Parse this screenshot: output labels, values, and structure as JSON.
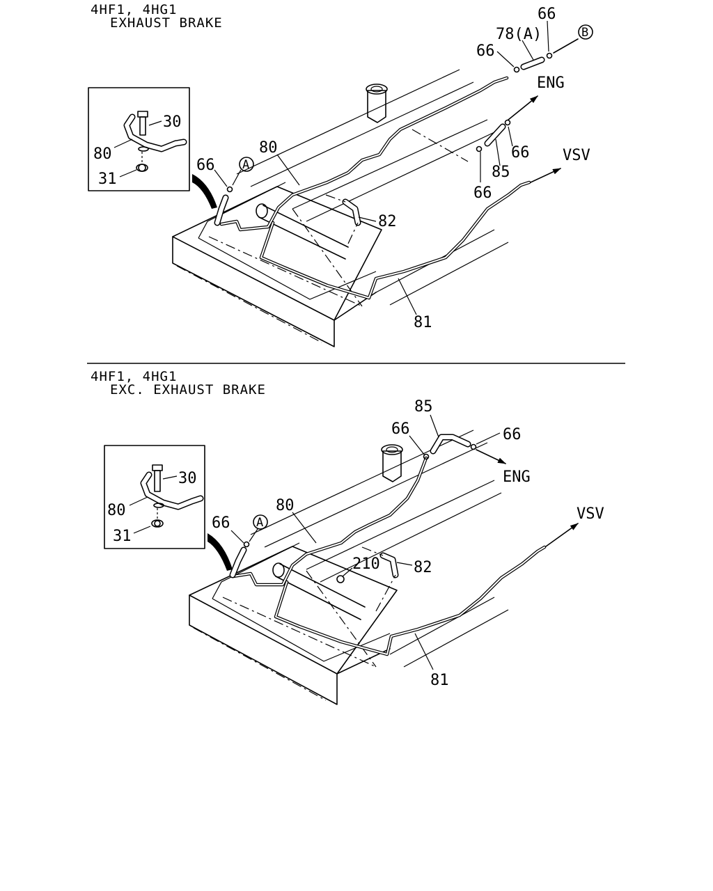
{
  "sections": [
    {
      "model": "4HF1, 4HG1",
      "variant": "EXHAUST BRAKE",
      "labels": {
        "p66a": "66",
        "p78": "78(A)",
        "p66b": "66",
        "refB": "B",
        "eng": "ENG",
        "p66c": "66",
        "p85": "85",
        "p66d": "66",
        "vsv": "VSV",
        "p80": "80",
        "p66e": "66",
        "refA": "A",
        "p82": "82",
        "p81": "81"
      },
      "detail": {
        "p30": "30",
        "p80": "80",
        "p31": "31"
      }
    },
    {
      "model": "4HF1, 4HG1",
      "variant": "EXC. EXHAUST BRAKE",
      "labels": {
        "p85": "85",
        "p66a": "66",
        "p66b": "66",
        "eng": "ENG",
        "vsv": "VSV",
        "p80": "80",
        "p66c": "66",
        "refA": "A",
        "p210": "210",
        "p82": "82",
        "p81": "81"
      },
      "detail": {
        "p30": "30",
        "p80": "80",
        "p31": "31"
      }
    }
  ]
}
